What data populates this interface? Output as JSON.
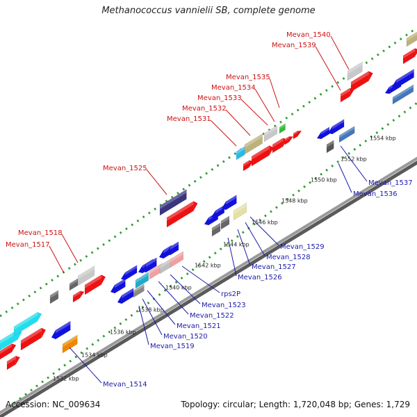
{
  "title": "Methanococcus vannielii SB, complete genome",
  "footer": {
    "accession": "Accession: NC_009634",
    "summary": "Topology: circular; Length: 1,720,048 bp; Genes: 1,729"
  },
  "colors": {
    "backbone": "#9a9a9a",
    "backbone_shadow": "#5a5a5a",
    "dots": "#2e9a2e",
    "forward_label": "#cc1111",
    "reverse_label": "#1a1aaa"
  },
  "scale_labels": [
    {
      "id": "tick-1532",
      "text": "1532 kbp"
    },
    {
      "id": "tick-1534",
      "text": "1534 kbp"
    },
    {
      "id": "tick-1536",
      "text": "1536 kbp"
    },
    {
      "id": "tick-1538",
      "text": "1538 kbp"
    },
    {
      "id": "tick-1540",
      "text": "1540 kbp"
    },
    {
      "id": "tick-1542",
      "text": "1542 kbp"
    },
    {
      "id": "tick-1544",
      "text": "1544 kbp"
    },
    {
      "id": "tick-1546",
      "text": "1546 kbp"
    },
    {
      "id": "tick-1548",
      "text": "1548 kbp"
    },
    {
      "id": "tick-1550",
      "text": "1550 kbp"
    },
    {
      "id": "tick-1552",
      "text": "1552 kbp"
    },
    {
      "id": "tick-1554",
      "text": "1554 kbp"
    }
  ],
  "forward_genes": [
    {
      "id": "Mevan_1540",
      "name": "Mevan_1540",
      "color": "#c8c8c8"
    },
    {
      "id": "Mevan_1539",
      "name": "Mevan_1539",
      "color": "#ee1111"
    },
    {
      "id": "Mevan_1535",
      "name": "Mevan_1535",
      "color": "#33bb33"
    },
    {
      "id": "Mevan_1534",
      "name": "Mevan_1534",
      "color": "#c8c8c8"
    },
    {
      "id": "Mevan_1533",
      "name": "Mevan_1533",
      "color": "#ee1111"
    },
    {
      "id": "Mevan_1532",
      "name": "Mevan_1532",
      "color": "#bdb27a"
    },
    {
      "id": "Mevan_1531",
      "name": "Mevan_1531",
      "color": "#22bbee"
    },
    {
      "id": "Mevan_1525",
      "name": "Mevan_1525",
      "color": "#3a3580"
    },
    {
      "id": "Mevan_1518",
      "name": "Mevan_1518",
      "color": "#c8c8c8"
    },
    {
      "id": "Mevan_1517",
      "name": "Mevan_1517",
      "color": "#ee8800"
    }
  ],
  "reverse_genes": [
    {
      "id": "Mevan_1537",
      "name": "Mevan_1537",
      "color": "#1111dd"
    },
    {
      "id": "Mevan_1536",
      "name": "Mevan_1536",
      "color": "#4477bb"
    },
    {
      "id": "Mevan_1529",
      "name": "Mevan_1529",
      "color": "#e6e0a8"
    },
    {
      "id": "Mevan_1528",
      "name": "Mevan_1528",
      "color": "#1111dd"
    },
    {
      "id": "Mevan_1527",
      "name": "Mevan_1527",
      "color": "#1111dd"
    },
    {
      "id": "Mevan_1526",
      "name": "Mevan_1526",
      "color": "#666666"
    },
    {
      "id": "rps2P",
      "name": "rps2P",
      "color": "#f0a0a0"
    },
    {
      "id": "Mevan_1523",
      "name": "Mevan_1523",
      "color": "#c0c0c0"
    },
    {
      "id": "Mevan_1522",
      "name": "Mevan_1522",
      "color": "#1111dd"
    },
    {
      "id": "Mevan_1521",
      "name": "Mevan_1521",
      "color": "#22aacc"
    },
    {
      "id": "Mevan_1520",
      "name": "Mevan_1520",
      "color": "#888888"
    },
    {
      "id": "Mevan_1519",
      "name": "Mevan_1519",
      "color": "#1111dd"
    },
    {
      "id": "Mevan_1514",
      "name": "Mevan_1514",
      "color": "#ee8800"
    }
  ]
}
